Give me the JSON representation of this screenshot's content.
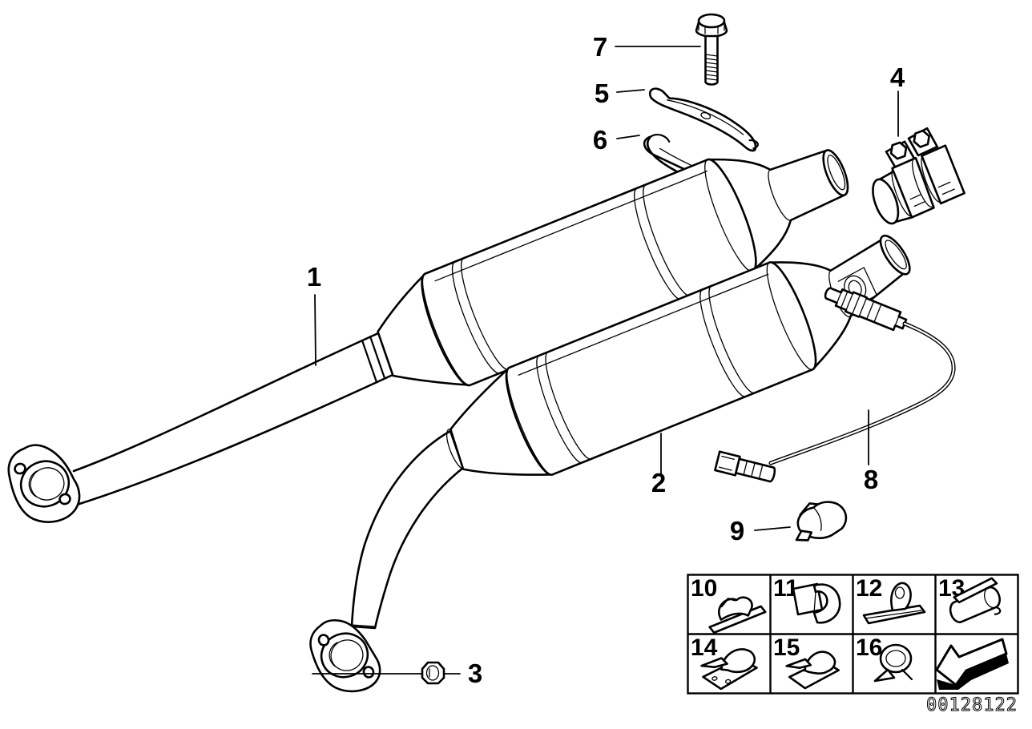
{
  "drawing": {
    "number": "00128122"
  },
  "callouts": {
    "1": "1",
    "2": "2",
    "3": "3",
    "4": "4",
    "5": "5",
    "6": "6",
    "7": "7",
    "8": "8",
    "9": "9"
  },
  "legend_cells": [
    {
      "label": "10",
      "icon": "pipe-bracket-icon"
    },
    {
      "label": "11",
      "icon": "c-clip-icon"
    },
    {
      "label": "12",
      "icon": "rail-eyelet-bracket-icon"
    },
    {
      "label": "13",
      "icon": "rolled-sleeve-clamp-icon"
    },
    {
      "label": "14",
      "icon": "leaf-spring-clip-plate-icon"
    },
    {
      "label": "15",
      "icon": "leaf-spring-clip-icon"
    },
    {
      "label": "16",
      "icon": "loop-clamp-icon"
    },
    {
      "label": "",
      "icon": "back-arrow-icon"
    }
  ],
  "colors": {
    "line": "#000000",
    "background": "#ffffff"
  }
}
